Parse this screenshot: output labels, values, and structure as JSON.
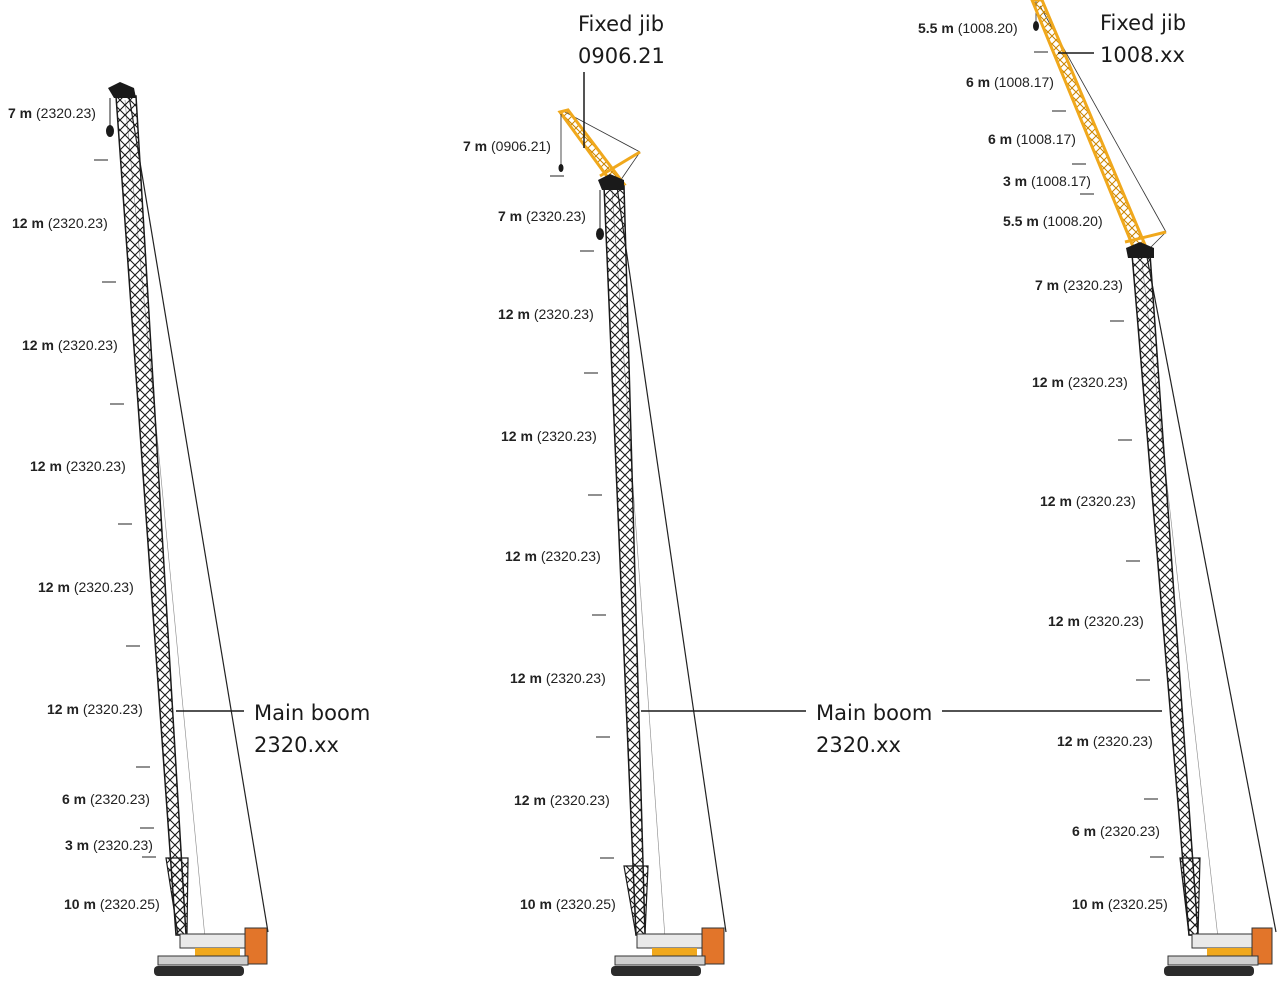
{
  "cranes": [
    {
      "id": "config-1",
      "segments": [
        {
          "len": "7 m",
          "part": "(2320.23)"
        },
        {
          "len": "12 m",
          "part": "(2320.23)"
        },
        {
          "len": "12 m",
          "part": "(2320.23)"
        },
        {
          "len": "12 m",
          "part": "(2320.23)"
        },
        {
          "len": "12 m",
          "part": "(2320.23)"
        },
        {
          "len": "12 m",
          "part": "(2320.23)"
        },
        {
          "len": "6 m",
          "part": "(2320.23)"
        },
        {
          "len": "3 m",
          "part": "(2320.23)"
        },
        {
          "len": "10 m",
          "part": "(2320.25)"
        }
      ],
      "callouts": [
        {
          "line1": "Main boom",
          "line2": "2320.xx"
        }
      ]
    },
    {
      "id": "config-2",
      "segments": [
        {
          "len": "7 m",
          "part": "(0906.21)"
        },
        {
          "len": "7 m",
          "part": "(2320.23)"
        },
        {
          "len": "12 m",
          "part": "(2320.23)"
        },
        {
          "len": "12 m",
          "part": "(2320.23)"
        },
        {
          "len": "12 m",
          "part": "(2320.23)"
        },
        {
          "len": "12 m",
          "part": "(2320.23)"
        },
        {
          "len": "12 m",
          "part": "(2320.23)"
        },
        {
          "len": "10 m",
          "part": "(2320.25)"
        }
      ],
      "callouts": [
        {
          "line1": "Fixed jib",
          "line2": "0906.21"
        },
        {
          "line1": "Main boom",
          "line2": "2320.xx"
        }
      ]
    },
    {
      "id": "config-3",
      "segments": [
        {
          "len": "5.5 m",
          "part": "(1008.20)"
        },
        {
          "len": "6 m",
          "part": "(1008.17)"
        },
        {
          "len": "6 m",
          "part": "(1008.17)"
        },
        {
          "len": "3 m",
          "part": "(1008.17)"
        },
        {
          "len": "5.5 m",
          "part": "(1008.20)"
        },
        {
          "len": "7 m",
          "part": "(2320.23)"
        },
        {
          "len": "12 m",
          "part": "(2320.23)"
        },
        {
          "len": "12 m",
          "part": "(2320.23)"
        },
        {
          "len": "12 m",
          "part": "(2320.23)"
        },
        {
          "len": "12 m",
          "part": "(2320.23)"
        },
        {
          "len": "6 m",
          "part": "(2320.23)"
        },
        {
          "len": "10 m",
          "part": "(2320.25)"
        }
      ],
      "callouts": [
        {
          "line1": "Fixed jib",
          "line2": "1008.xx"
        }
      ]
    }
  ],
  "colors": {
    "lattice": "#1a1a1a",
    "jib": "#f0a81c",
    "crawler": "#2b2b2b",
    "body": "#e9e9e9",
    "stripe": "#f0a81c",
    "counterweight": "#e2752a"
  }
}
